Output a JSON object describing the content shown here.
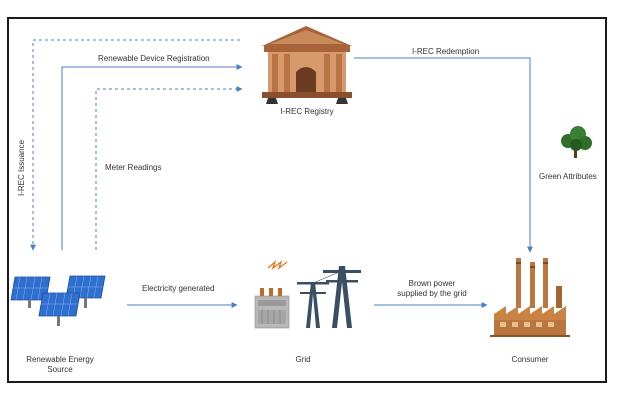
{
  "nodes": {
    "registry": {
      "label": "I-REC Registry",
      "icon": "registry-building-icon"
    },
    "source": {
      "label_line1": "Renewable Energy",
      "label_line2": "Source",
      "icon": "solar-panels-icon"
    },
    "grid": {
      "label": "Grid",
      "icon": "substation-pylons-icon"
    },
    "consumer": {
      "label": "Consumer",
      "icon": "factory-icon"
    },
    "attributes": {
      "label": "Green Attributes",
      "icon": "tree-icon"
    }
  },
  "flows": {
    "device_registration": "Renewable Device Registration",
    "redemption": "I-REC Redemption",
    "issuance": "I-REC Issuance",
    "meter_readings": "Meter Readings",
    "electricity_generated": "Electricity generated",
    "brown_power_line1": "Brown power",
    "brown_power_line2": "supplied by the grid"
  },
  "colors": {
    "arrow": "#4a7fc0",
    "building_main": "#c98a5a",
    "building_roof": "#a8633a",
    "building_door": "#6b3b22",
    "solar": "#2f6fd0",
    "factory": "#b9763f",
    "tree": "#2f6f2a"
  }
}
